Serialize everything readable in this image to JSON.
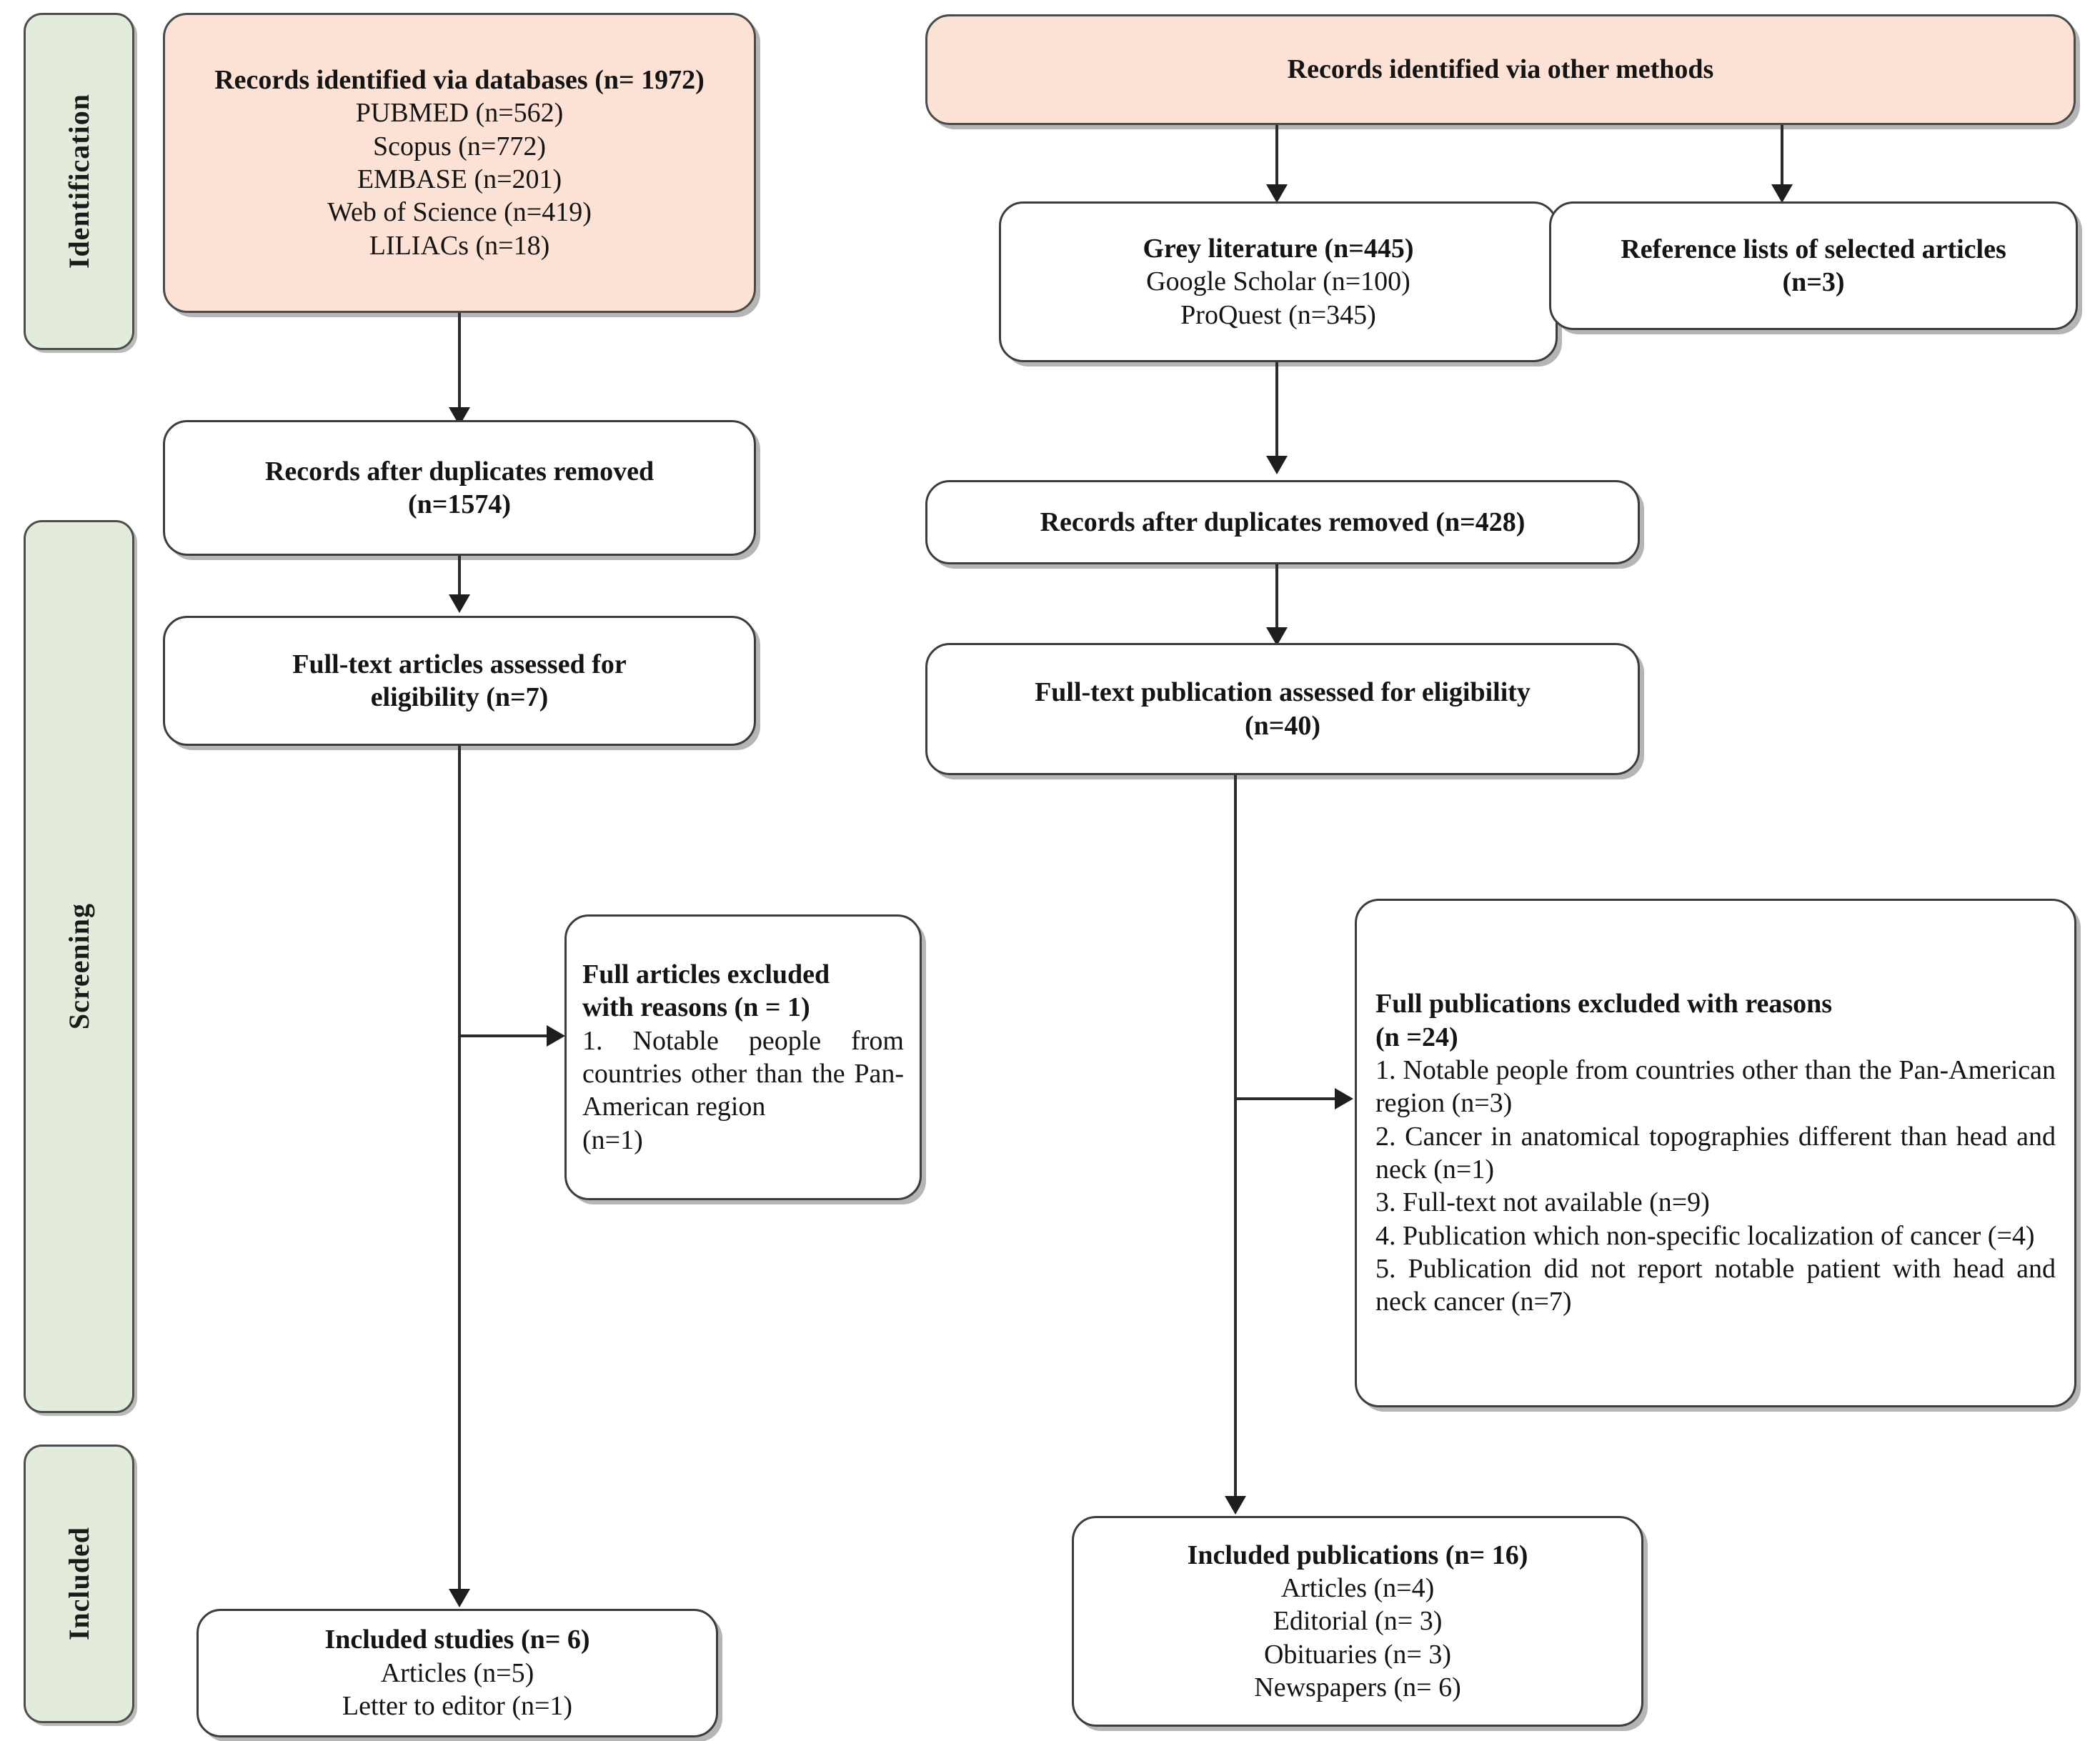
{
  "diagram": {
    "title": "PRISMA flow diagram",
    "colors": {
      "identification_fill": "#FBE2D5",
      "stage_bar_fill": "#E3ECDB",
      "border": "#3c3c3c",
      "connector": "#1e1e1e"
    }
  },
  "stages": [
    {
      "id": "identification",
      "label": "Identification"
    },
    {
      "id": "screening",
      "label": "Screening"
    },
    {
      "id": "included",
      "label": "Included"
    }
  ],
  "nodes": {
    "records_databases": {
      "heading": "Records identified via databases (n= 1972)",
      "lines": [
        "PUBMED (n=562)",
        "Scopus (n=772)",
        "EMBASE (n=201)",
        "Web of Science (n=419)",
        "LILIACs (n=18)"
      ]
    },
    "records_other_methods": {
      "heading": "Records identified via other methods",
      "lines": []
    },
    "grey_literature": {
      "heading": "Grey literature (n=445)",
      "lines": [
        "Google Scholar (n=100)",
        "ProQuest (n=345)"
      ]
    },
    "reference_lists": {
      "heading": "Reference lists of selected articles",
      "lines": [
        "(n=3)"
      ]
    },
    "duplicates_left": {
      "heading": "Records after duplicates removed",
      "lines": [
        "(n=1574)"
      ]
    },
    "duplicates_right": {
      "heading": "Records after duplicates removed (n=428)",
      "lines": []
    },
    "fulltext_left": {
      "heading": "Full-text articles assessed for",
      "lines": [
        "eligibility (n=7)"
      ]
    },
    "fulltext_right": {
      "heading": "Full-text publication assessed for eligibility",
      "lines": [
        "(n=40)"
      ]
    },
    "excluded_left": {
      "heading": "Full articles excluded",
      "heading2": "with reasons (n = 1)",
      "reasons": [
        "1. Notable people from countries other than the Pan-American region",
        "(n=1)"
      ]
    },
    "excluded_right": {
      "heading": "Full publications excluded with reasons",
      "heading2": "(n =24)",
      "reasons": [
        "1. Notable people from countries other than the Pan-American region (n=3)",
        "2. Cancer in anatomical topographies different than head and neck (n=1)",
        "3. Full-text not available (n=9)",
        "4. Publication which non-specific localization of cancer (=4)",
        "5. Publication did not report notable patient with head and neck cancer (n=7)"
      ]
    },
    "included_left": {
      "heading": "Included studies (n= 6)",
      "lines": [
        "Articles (n=5)",
        "Letter to editor (n=1)"
      ]
    },
    "included_right": {
      "heading": "Included publications (n= 16)",
      "lines": [
        "Articles (n=4)",
        "Editorial (n= 3)",
        "Obituaries (n= 3)",
        "Newspapers (n= 6)"
      ]
    }
  }
}
